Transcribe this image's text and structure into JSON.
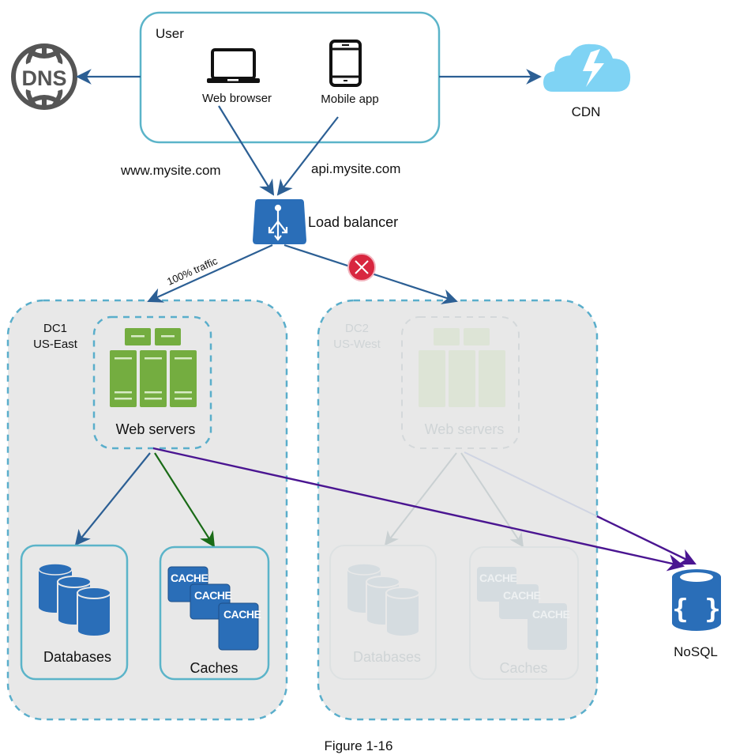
{
  "figure": {
    "caption": "Figure 1-16"
  },
  "colors": {
    "primary_blue": "#2a6eb8",
    "arrow_blue": "#2c5f94",
    "teal_border": "#5bb4c9",
    "dashed_border": "#5aaecb",
    "dc_background": "#e8e8e8",
    "server_green": "#74ad40",
    "cache_arrow_green": "#1a6b17",
    "nosql_arrow_purple": "#4a1591",
    "cdn_cloud": "#7fd3f4",
    "error_red": "#d8263f",
    "dns_gray": "#555555"
  },
  "user_box": {
    "title": "User",
    "clients": [
      {
        "id": "web",
        "label": "Web browser",
        "icon": "laptop-icon"
      },
      {
        "id": "mobile",
        "label": "Mobile app",
        "icon": "mobile-phone-icon"
      }
    ]
  },
  "dns": {
    "label": "DNS",
    "icon": "globe-icon"
  },
  "cdn": {
    "label": "CDN",
    "icon": "cloud-lightning-icon"
  },
  "domains": {
    "web": "www.mysite.com",
    "api": "api.mysite.com"
  },
  "load_balancer": {
    "label": "Load balancer",
    "icon": "load-balancer-icon"
  },
  "traffic": {
    "label": "100% traffic",
    "failed_route_icon": "error-x-icon"
  },
  "data_centers": [
    {
      "id": "dc1",
      "name": "DC1",
      "region": "US-East",
      "status": "active",
      "web_servers_label": "Web servers",
      "databases_label": "Databases",
      "caches_label": "Caches",
      "cache_tags": [
        "CACHE",
        "CACHE",
        "CACHE"
      ]
    },
    {
      "id": "dc2",
      "name": "DC2",
      "region": "US-West",
      "status": "offline",
      "web_servers_label": "Web servers",
      "databases_label": "Databases",
      "caches_label": "Caches",
      "cache_tags": [
        "CACHE",
        "CACHE",
        "CACHE"
      ]
    }
  ],
  "nosql": {
    "label": "NoSQL",
    "icon": "nosql-database-icon"
  }
}
